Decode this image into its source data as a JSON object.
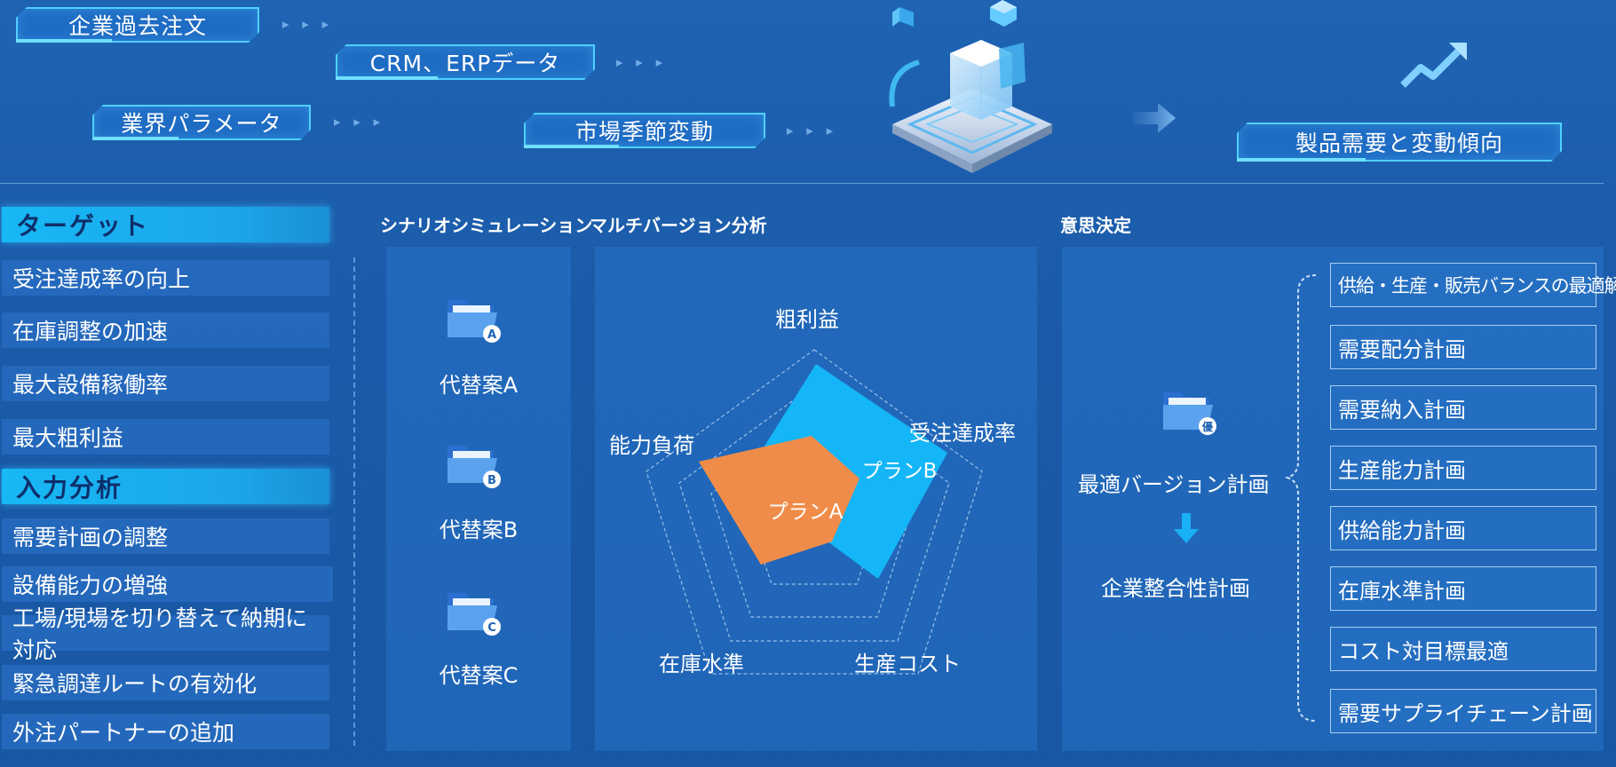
{
  "flow": {
    "inputs": [
      "企業過去注文",
      "CRM、ERPデータ",
      "業界パラメータ",
      "市場季節変動"
    ],
    "output": "製品需要と変動傾向",
    "arrows": "▸ ▸ ▸"
  },
  "left": {
    "target_title": "ターゲット",
    "target_items": [
      "受注達成率の向上",
      "在庫調整の加速",
      "最大設備稼働率",
      "最大粗利益"
    ],
    "input_title": "入力分析",
    "input_items": [
      "需要計画の調整",
      "設備能力の増強",
      "工場/現場を切り替えて納期に対応",
      "緊急調達ルートの有効化",
      "外注パートナーの追加"
    ]
  },
  "columns": {
    "scenario": "シナリオシミュレーション",
    "multiversion": "マルチバージョン分析",
    "decision": "意思決定"
  },
  "alternatives": [
    {
      "label": "代替案A",
      "badge": "A"
    },
    {
      "label": "代替案B",
      "badge": "B"
    },
    {
      "label": "代替案C",
      "badge": "C"
    }
  ],
  "radar": {
    "axes": [
      "粗利益",
      "受注達成率",
      "生産コスト",
      "在庫水準",
      "能力負荷"
    ],
    "plan_a": "プランA",
    "plan_b": "プランB"
  },
  "decision": {
    "badge": "優",
    "optimal": "最適バージョン計画",
    "enterprise": "企業整合性計画",
    "items": [
      "供給・生産・販売バランスの最適解",
      "需要配分計画",
      "需要納入計画",
      "生産能力計画",
      "供給能力計画",
      "在庫水準計画",
      "コスト対目標最適",
      "需要サプライチェーン計画"
    ]
  },
  "colors": {
    "plan_a": "#f08c4a",
    "plan_b": "#14b6f7",
    "accent": "#4fd0ff"
  }
}
